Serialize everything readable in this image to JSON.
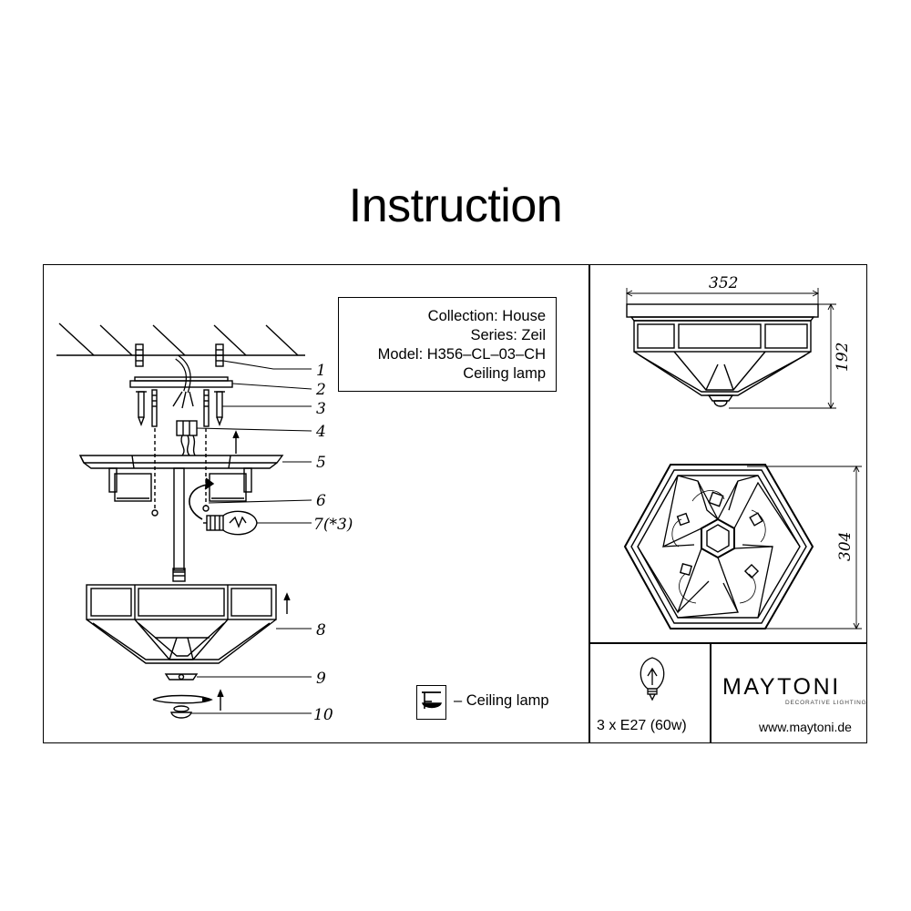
{
  "page": {
    "title": "Instruction"
  },
  "info": {
    "collection": "Collection: House",
    "series": "Series: Zeil",
    "model": "Model: H356–CL–03–CH",
    "type": "Ceiling lamp"
  },
  "callouts": [
    "1",
    "2",
    "3",
    "4",
    "5",
    "6",
    "7(*3)",
    "8",
    "9",
    "10"
  ],
  "dimensions": {
    "width": "352",
    "height": "192",
    "depth": "304"
  },
  "legend": {
    "icon": "ceiling-lamp-icon",
    "text": "– Ceiling lamp"
  },
  "spec": {
    "icon": "light-bulb-icon",
    "bulbs": "3 x E27 (60w)"
  },
  "brand": {
    "name": "MAYTONI",
    "tagline": "DECORATIVE LIGHTING",
    "url": "www.maytoni.de"
  }
}
